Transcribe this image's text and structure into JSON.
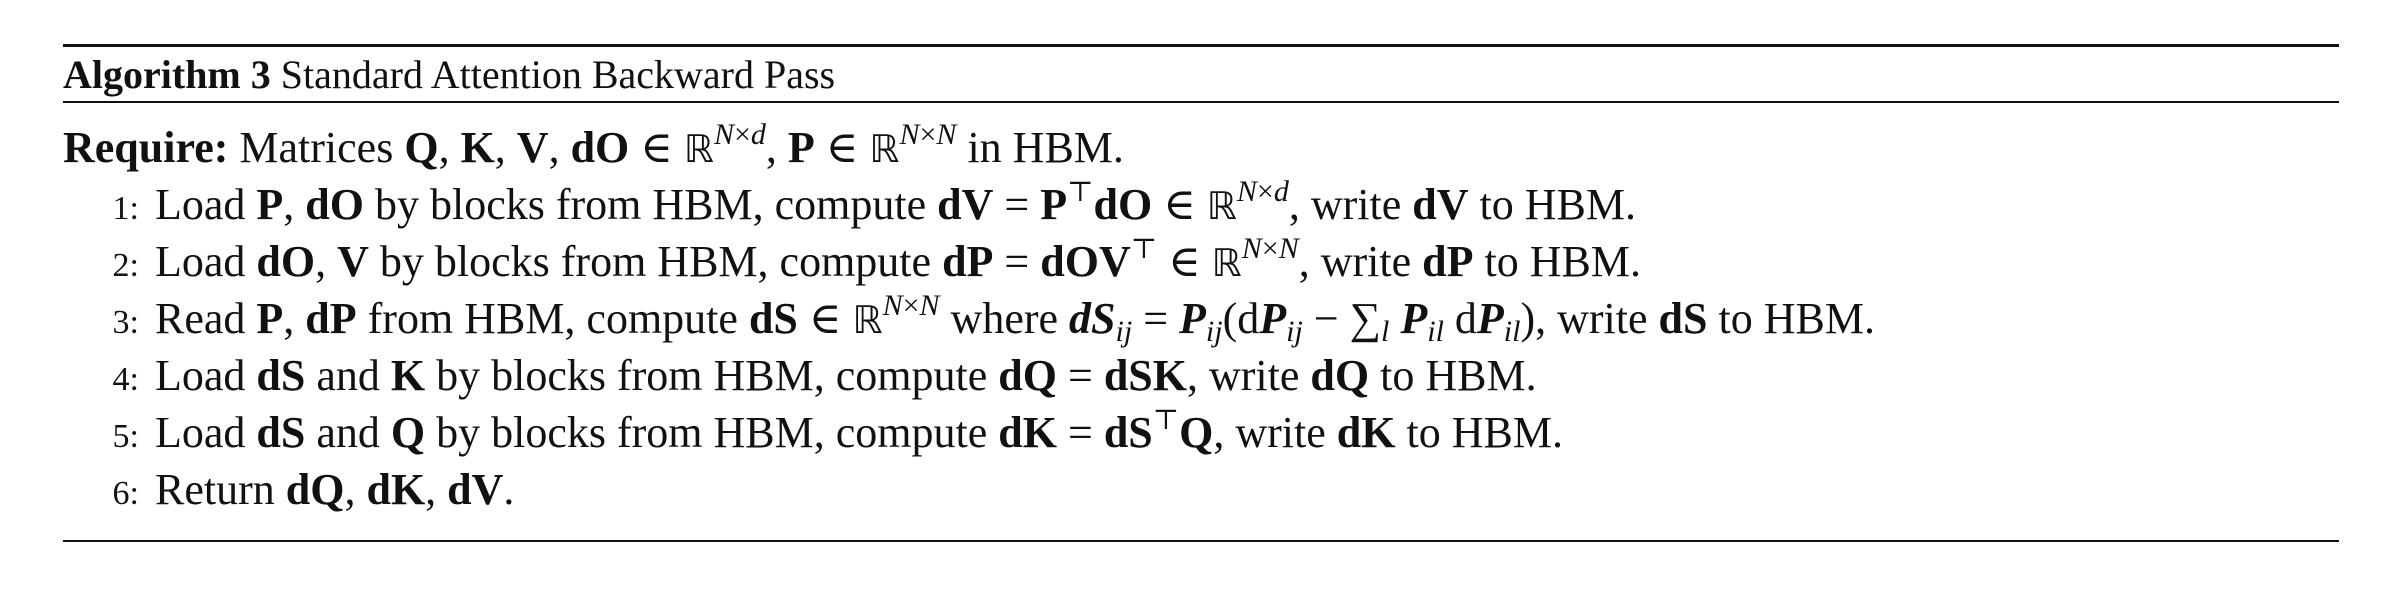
{
  "algorithm": {
    "label": "Algorithm 3",
    "title": "Standard Attention Backward Pass"
  },
  "require": {
    "label": "Require:",
    "text": "Matrices Q, K, V, dO ∈ ℝ^{N×d}, P ∈ ℝ^{N×N} in HBM."
  },
  "steps": [
    {
      "num": "1:",
      "text": "Load P, dO by blocks from HBM, compute dV = PᵀdO ∈ ℝ^{N×d}, write dV to HBM."
    },
    {
      "num": "2:",
      "text": "Load dO, V by blocks from HBM, compute dP = dOVᵀ ∈ ℝ^{N×N}, write dP to HBM."
    },
    {
      "num": "3:",
      "text": "Read P, dP from HBM, compute dS ∈ ℝ^{N×N} where dS_ij = P_ij(dP_ij − ∑_l P_il dP_il), write dS to HBM."
    },
    {
      "num": "4:",
      "text": "Load dS and K by blocks from HBM, compute dQ = dSK, write dQ to HBM."
    },
    {
      "num": "5:",
      "text": "Load dS and Q by blocks from HBM, compute dK = dSᵀQ, write dK to HBM."
    },
    {
      "num": "6:",
      "text": "Return dQ, dK, dV."
    }
  ]
}
